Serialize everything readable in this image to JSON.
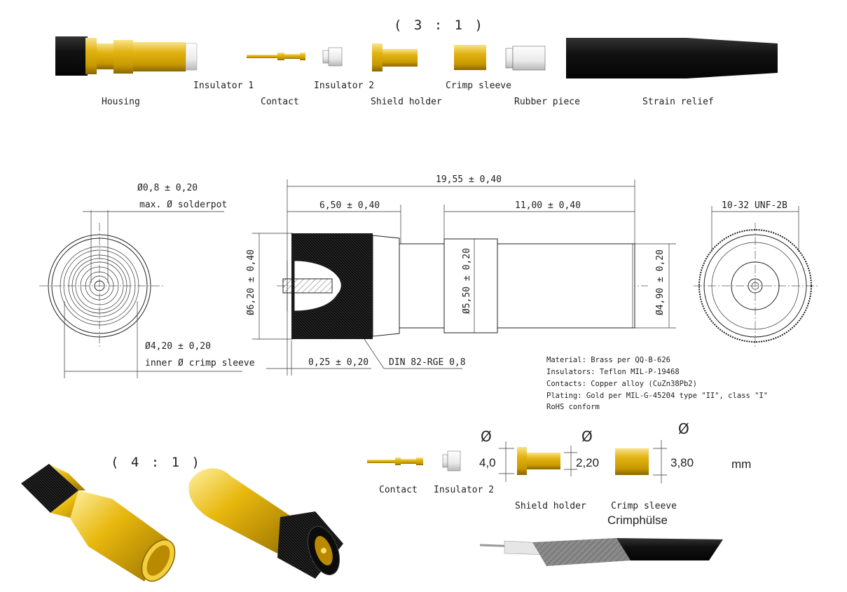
{
  "scale_top": "( 3 : 1 )",
  "scale_bottom": "( 4 : 1 )",
  "parts_top": {
    "housing": "Housing",
    "insulator1": "Insulator 1",
    "contact": "Contact",
    "insulator2": "Insulator 2",
    "shield_holder": "Shield holder",
    "crimp_sleeve": "Crimp sleeve",
    "rubber_piece": "Rubber piece",
    "strain_relief": "Strain relief"
  },
  "dims": {
    "solderpot_dia": "Ø0,8 ± 0,20",
    "solderpot_label": "max. Ø solderpot",
    "crimp_dia": "Ø4,20 ± 0,20",
    "crimp_label": "inner Ø crimp sleeve",
    "overall_length": "19,55 ± 0,40",
    "front_length": "6,50 ± 0,40",
    "rear_length": "11,00 ± 0,40",
    "body_dia": "Ø6,20 ± 0,40",
    "mid_dia": "Ø5,50 ± 0,20",
    "tail_dia": "Ø4,90 ± 0,20",
    "flange": "0,25 ± 0,20",
    "knurl": "DIN 82-RGE 0,8",
    "thread": "10-32 UNF-2B"
  },
  "notes": [
    "Material: Brass per QQ-B-626",
    "Insulators: Teflon MIL-P-19468",
    "Contacts: Copper alloy (CuZn38Pb2)",
    "Plating: Gold per MIL-G-45204 type \"II\", class \"I\"",
    "RoHS conform"
  ],
  "bottom_parts": {
    "contact": "Contact",
    "insulator2": "Insulator 2",
    "shield_holder": "Shield holder",
    "crimp_sleeve": "Crimp sleeve",
    "crimp_sleeve_de": "Crimphülse",
    "phi_symbol": "Ø",
    "insulator2_dia": "4,0",
    "shield_holder_dia": "2,20",
    "crimp_sleeve_dia": "3,80",
    "unit": "mm"
  },
  "colors": {
    "gold": "#d9a800",
    "gold_light": "#f3d45a",
    "black": "#141414",
    "white_part": "#f4f4f4"
  }
}
